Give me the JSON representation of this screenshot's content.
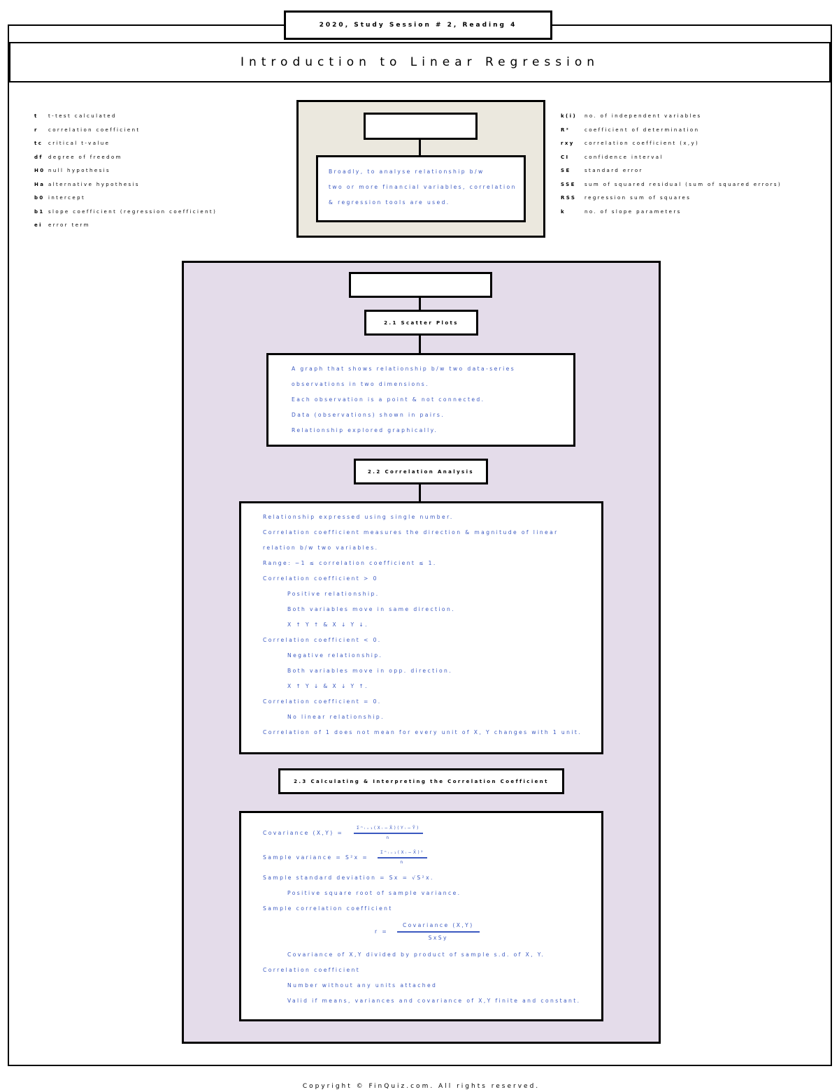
{
  "header": {
    "session": "2020, Study Session # 2, Reading 4",
    "title": "Introduction to Linear Regression"
  },
  "legend_left": [
    {
      "sym": "t",
      "desc": "t-test calculated"
    },
    {
      "sym": "r",
      "desc": "correlation coefficient"
    },
    {
      "sym": "tc",
      "desc": "critical t-value"
    },
    {
      "sym": "df",
      "desc": "degree of freedom"
    },
    {
      "sym": "H0",
      "desc": "null hypothesis"
    },
    {
      "sym": "Ha",
      "desc": "alternative hypothesis"
    },
    {
      "sym": "b0",
      "desc": "intercept"
    },
    {
      "sym": "b1",
      "desc": "slope coefficient (regression coefficient)"
    },
    {
      "sym": "ei",
      "desc": "error term"
    }
  ],
  "legend_right": [
    {
      "sym": "k(i)",
      "desc": "no. of independent variables"
    },
    {
      "sym": "R²",
      "desc": "coefficient of determination"
    },
    {
      "sym": "rxy",
      "desc": "correlation coefficient (x,y)"
    },
    {
      "sym": "CI",
      "desc": "confidence interval"
    },
    {
      "sym": "SE",
      "desc": "standard error"
    },
    {
      "sym": "SSE",
      "desc": "sum of squared residual (sum of squared errors)"
    },
    {
      "sym": "RSS",
      "desc": "regression sum of squares"
    },
    {
      "sym": "k",
      "desc": "no. of slope parameters"
    }
  ],
  "intro": {
    "lines": [
      "Broadly, to analyse relationship b/w",
      "two or more financial variables, correlation",
      "& regression tools are used."
    ]
  },
  "sections": {
    "s1": {
      "title": "2.1 Scatter Plots",
      "lines": [
        "A graph that shows relationship b/w two data-series",
        "observations in two dimensions.",
        "Each observation is a point & not connected.",
        "Data (observations) shown in pairs.",
        "Relationship explored graphically."
      ]
    },
    "s2": {
      "title": "2.2 Correlation Analysis",
      "lines": [
        {
          "t": "Relationship expressed using single number.",
          "ind": false
        },
        {
          "t": "Correlation coefficient measures the direction & magnitude of linear",
          "ind": false
        },
        {
          "t": "relation b/w two variables.",
          "ind": false
        },
        {
          "t": "Range: −1 ≤ correlation coefficient ≤ 1.",
          "ind": false
        },
        {
          "t": "Correlation coefficient > 0",
          "ind": false
        },
        {
          "t": "Positive relationship.",
          "ind": true
        },
        {
          "t": "Both variables move in same direction.",
          "ind": true
        },
        {
          "t": "X ↑ Y ↑  &  X ↓ Y ↓.",
          "ind": true
        },
        {
          "t": "Correlation coefficient < 0.",
          "ind": false
        },
        {
          "t": "Negative relationship.",
          "ind": true
        },
        {
          "t": "Both variables move in opp. direction.",
          "ind": true
        },
        {
          "t": "X ↑ Y ↓  &  X ↓ Y ↑.",
          "ind": true
        },
        {
          "t": "Correlation coefficient = 0.",
          "ind": false
        },
        {
          "t": "No linear relationship.",
          "ind": true
        },
        {
          "t": "Correlation of 1 does not mean for every unit of X, Y changes with 1 unit.",
          "ind": false
        }
      ]
    },
    "s3": {
      "title": "2.3 Calculating & Interpreting the Correlation Coefficient",
      "cov_label": "Covariance (X,Y) =",
      "cov_num": "Σⁿᵢ₌₁(Xᵢ−X̄)(Yᵢ−Ȳ)",
      "cov_den": "n",
      "var_label": "Sample variance = S²x =",
      "var_num": "Σⁿᵢ₌₁(Xᵢ−X̄)²",
      "var_den": "n",
      "sd_line": "Sample standard deviation = Sx = √S²x.",
      "sd_note": "Positive square root of sample variance.",
      "corr_title": "Sample correlation coefficient",
      "r_label": "r =",
      "r_num": "Covariance (X,Y)",
      "r_den": "SxSy",
      "cov_note": "Covariance of X,Y divided by product of sample s.d. of X, Y.",
      "coef_title": "Correlation coefficient",
      "coef_lines": [
        "Number without any units attached",
        "Valid if means, variances and covariance of X,Y finite and constant."
      ]
    }
  },
  "footer": {
    "text": "Copyright © FinQuiz.com. All rights reserved."
  }
}
